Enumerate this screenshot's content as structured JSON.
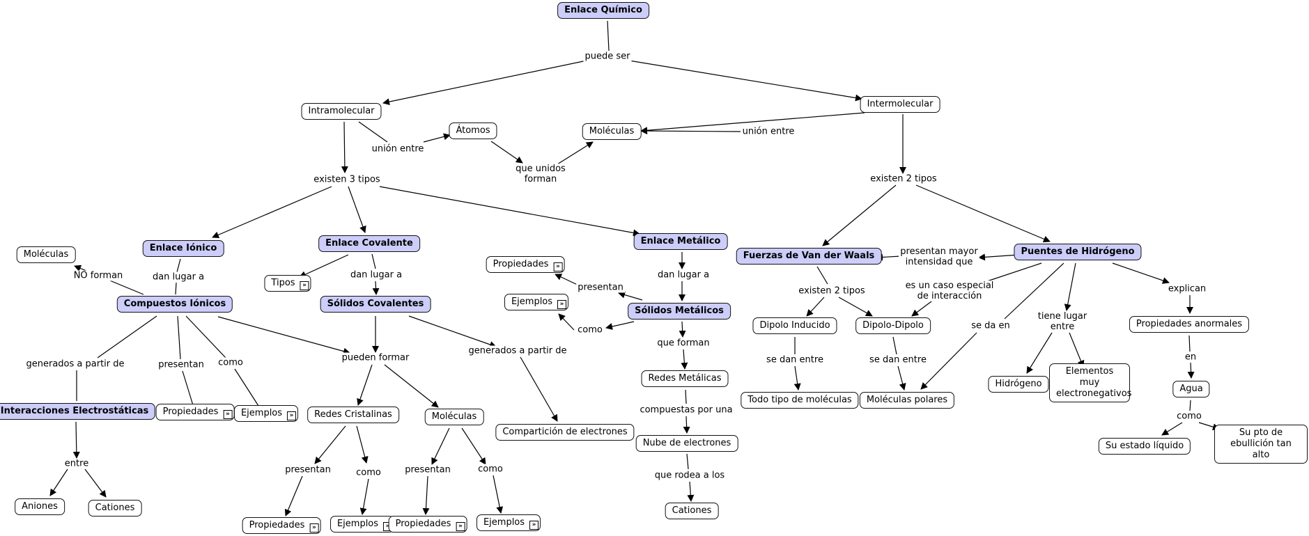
{
  "nodes": {
    "enlace_quimico": "Enlace Químico",
    "intramolecular": "Intramolecular",
    "intermolecular": "Intermolecular",
    "atomos": "Átomos",
    "moleculas_top": "Moléculas",
    "moleculas_left": "Moléculas",
    "enlace_ionico": "Enlace Iónico",
    "enlace_covalente": "Enlace Covalente",
    "enlace_metalico": "Enlace Metálico",
    "compuestos_ionicos": "Compuestos Iónicos",
    "solidos_covalentes": "Sólidos Covalentes",
    "solidos_metalicos": "Sólidos Metálicos",
    "tipos": "Tipos",
    "propiedades_met": "Propiedades",
    "ejemplos_met": "Ejemplos",
    "interacciones": "Interacciones Electrostáticas",
    "propiedades_ion": "Propiedades",
    "ejemplos_ion": "Ejemplos",
    "aniones": "Aniones",
    "cationes_ion": "Cationes",
    "redes_cristalinas": "Redes Cristalinas",
    "moleculas_cov": "Moléculas",
    "propiedades_rc": "Propiedades",
    "ejemplos_rc": "Ejemplos",
    "propiedades_mol": "Propiedades",
    "ejemplos_mol": "Ejemplos",
    "comparticion": "Compartición de electrones",
    "redes_metalicas": "Redes Metálicas",
    "nube_electrones": "Nube de electrones",
    "cationes_met": "Cationes",
    "van_der_waals": "Fuerzas de Van der Waals",
    "puentes_hidrogeno": "Puentes de Hidrógeno",
    "dipolo_inducido": "Dipolo Inducido",
    "dipolo_dipolo": "Dipolo-Dipolo",
    "todo_tipo": "Todo tipo de moléculas",
    "moleculas_polares": "Moléculas polares",
    "hidrogeno": "Hidrógeno",
    "elementos_electroneg": "Elementos muy electronegativos",
    "propiedades_anormales": "Propiedades anormales",
    "agua": "Agua",
    "estado_liquido": "Su estado líquido",
    "pto_ebullicion": "Su pto de ebullición tan alto"
  },
  "links": {
    "puede_ser": "puede ser",
    "union_entre_intra": "unión entre",
    "union_entre_inter": "unión entre",
    "que_unidos_forman": "que unidos forman",
    "existen_3_tipos": "existen 3 tipos",
    "existen_2_tipos": "existen 2 tipos",
    "dan_lugar_ion": "dan lugar a",
    "no_forman": "NO forman",
    "dan_lugar_cov": "dan lugar a",
    "dan_lugar_met": "dan lugar a",
    "presentan_met": "presentan",
    "como_met": "como",
    "que_forman": "que forman",
    "compuestas_por": "compuestas por una",
    "que_rodea": "que rodea a los",
    "generados_ion": "generados a partir de",
    "presentan_ion": "presentan",
    "como_ion": "como",
    "pueden_formar": "pueden formar",
    "generados_cov": "generados a partir de",
    "entre": "entre",
    "presentan_rc": "presentan",
    "como_rc": "como",
    "presentan_mol": "presentan",
    "como_mol": "como",
    "presentan_mayor": "presentan mayor intensidad que",
    "existen_2_tipos_vdw": "existen 2 tipos",
    "se_dan_entre_1": "se dan entre",
    "se_dan_entre_2": "se dan entre",
    "caso_especial": "es un caso especial de interacción",
    "se_da_en": "se da en",
    "tiene_lugar": "tiene lugar entre",
    "explican": "explican",
    "en": "en",
    "como_agua": "como"
  },
  "expand_icon": "double-chevron-right-icon",
  "colors": {
    "main_node_fill": "#cccdf9",
    "node_fill": "#ffffff",
    "stroke": "#111111"
  }
}
